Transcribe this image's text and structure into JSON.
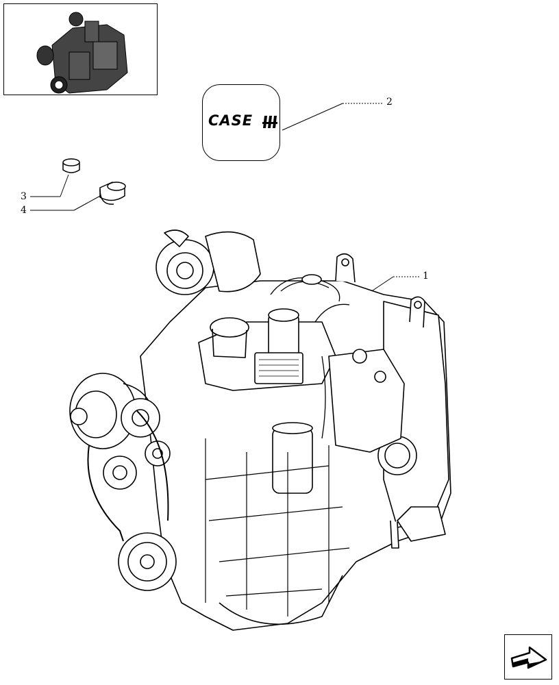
{
  "decal": {
    "brand_text": "CASE"
  },
  "callouts": [
    {
      "id": "1",
      "label": "1"
    },
    {
      "id": "2",
      "label": "2"
    },
    {
      "id": "3",
      "label": "3"
    },
    {
      "id": "4",
      "label": "4"
    }
  ],
  "icons": {
    "thumbnail": "engine-thumbnail-icon",
    "brand_mark": "case-ih-logo-icon",
    "navigate": "next-page-arrow-icon"
  },
  "colors": {
    "line": "#000000",
    "background": "#ffffff"
  }
}
